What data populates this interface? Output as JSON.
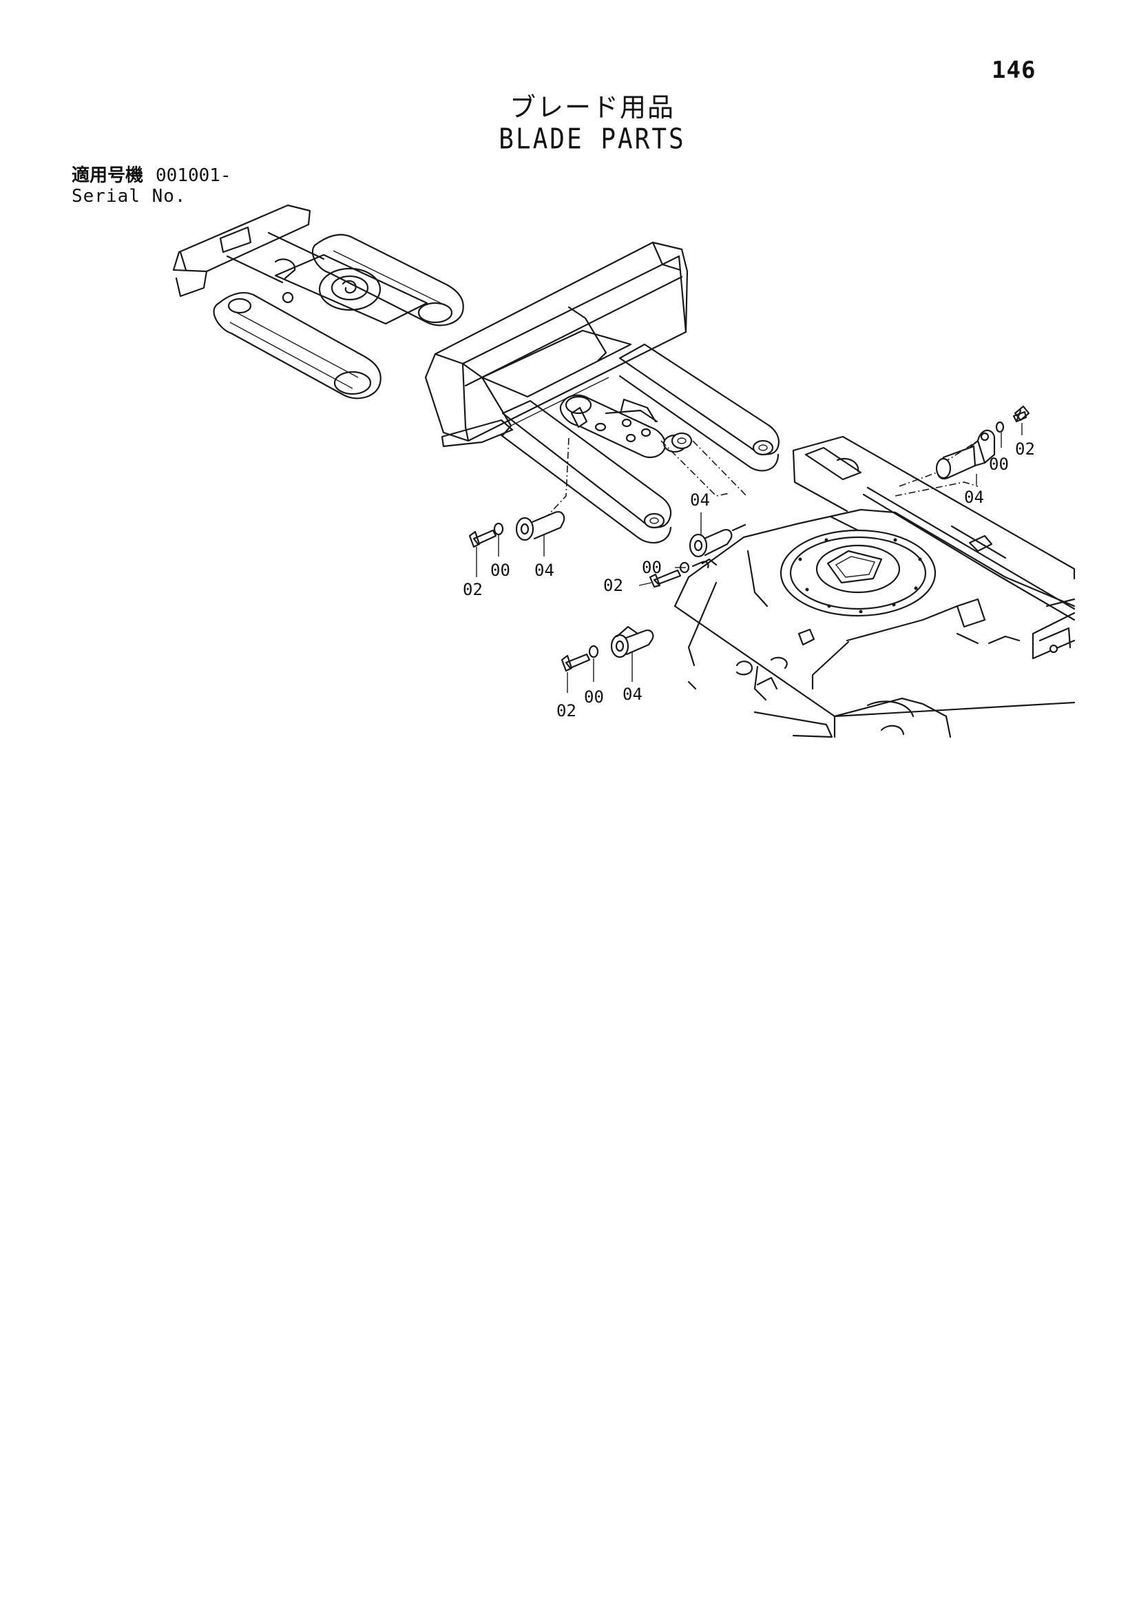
{
  "page": {
    "number": "146",
    "title_jp": "ブレード用品",
    "title_en": "BLADE PARTS"
  },
  "serial": {
    "label_jp": "適用号機",
    "value": "001001-",
    "label_en": "Serial No."
  },
  "callouts": [
    {
      "id": "c1",
      "text": "02"
    },
    {
      "id": "c2",
      "text": "00"
    },
    {
      "id": "c3",
      "text": "04"
    },
    {
      "id": "c4",
      "text": "04"
    },
    {
      "id": "c5",
      "text": "00"
    },
    {
      "id": "c6",
      "text": "02"
    },
    {
      "id": "c7",
      "text": "02"
    },
    {
      "id": "c8",
      "text": "00"
    },
    {
      "id": "c9",
      "text": "04"
    },
    {
      "id": "c10",
      "text": "02"
    },
    {
      "id": "c11",
      "text": "00"
    },
    {
      "id": "c12",
      "text": "04"
    }
  ]
}
